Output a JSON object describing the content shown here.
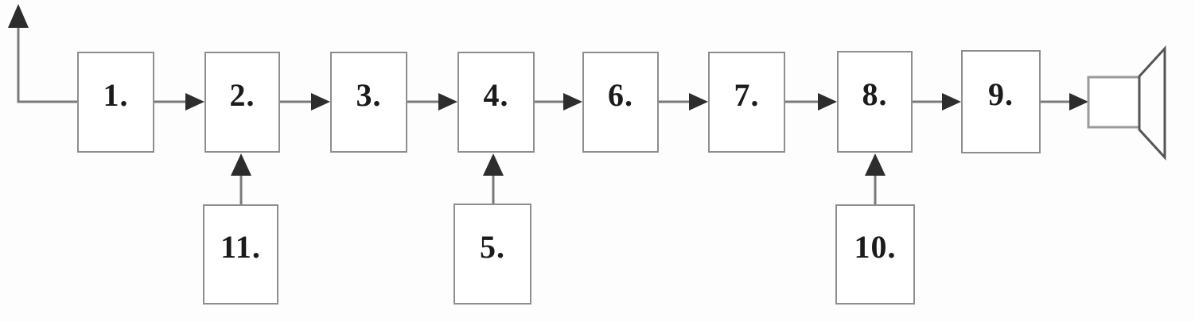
{
  "diagram": {
    "type": "block-diagram",
    "description": "Chain of numbered blocks from an antenna (up arrow, left) to a loudspeaker (right); three blocks below feed up into the main chain",
    "colors": {
      "background": "#fdfdfd",
      "box_border": "#8e8e8e",
      "wire": "#7a7a7a",
      "arrowhead": "#2d2d2d",
      "label": "#1b1b1b",
      "speaker_horn": "#555555"
    },
    "nodes": [
      {
        "id": "1",
        "label": "1.",
        "row": "main"
      },
      {
        "id": "2",
        "label": "2.",
        "row": "main"
      },
      {
        "id": "3",
        "label": "3.",
        "row": "main"
      },
      {
        "id": "4",
        "label": "4.",
        "row": "main"
      },
      {
        "id": "6",
        "label": "6.",
        "row": "main"
      },
      {
        "id": "7",
        "label": "7.",
        "row": "main"
      },
      {
        "id": "8",
        "label": "8.",
        "row": "main"
      },
      {
        "id": "9",
        "label": "9.",
        "row": "main"
      },
      {
        "id": "11",
        "label": "11.",
        "row": "bottom"
      },
      {
        "id": "5",
        "label": "5.",
        "row": "bottom"
      },
      {
        "id": "10",
        "label": "10.",
        "row": "bottom"
      }
    ],
    "terminals": [
      {
        "id": "antenna",
        "icon": "antenna-up-arrow",
        "position": "left"
      },
      {
        "id": "speaker",
        "icon": "loudspeaker",
        "position": "right"
      }
    ],
    "edges": [
      {
        "from": "antenna",
        "to": "1"
      },
      {
        "from": "1",
        "to": "2"
      },
      {
        "from": "2",
        "to": "3"
      },
      {
        "from": "3",
        "to": "4"
      },
      {
        "from": "4",
        "to": "6"
      },
      {
        "from": "6",
        "to": "7"
      },
      {
        "from": "7",
        "to": "8"
      },
      {
        "from": "8",
        "to": "9"
      },
      {
        "from": "9",
        "to": "speaker"
      },
      {
        "from": "11",
        "to": "2"
      },
      {
        "from": "5",
        "to": "4"
      },
      {
        "from": "10",
        "to": "8"
      }
    ]
  }
}
